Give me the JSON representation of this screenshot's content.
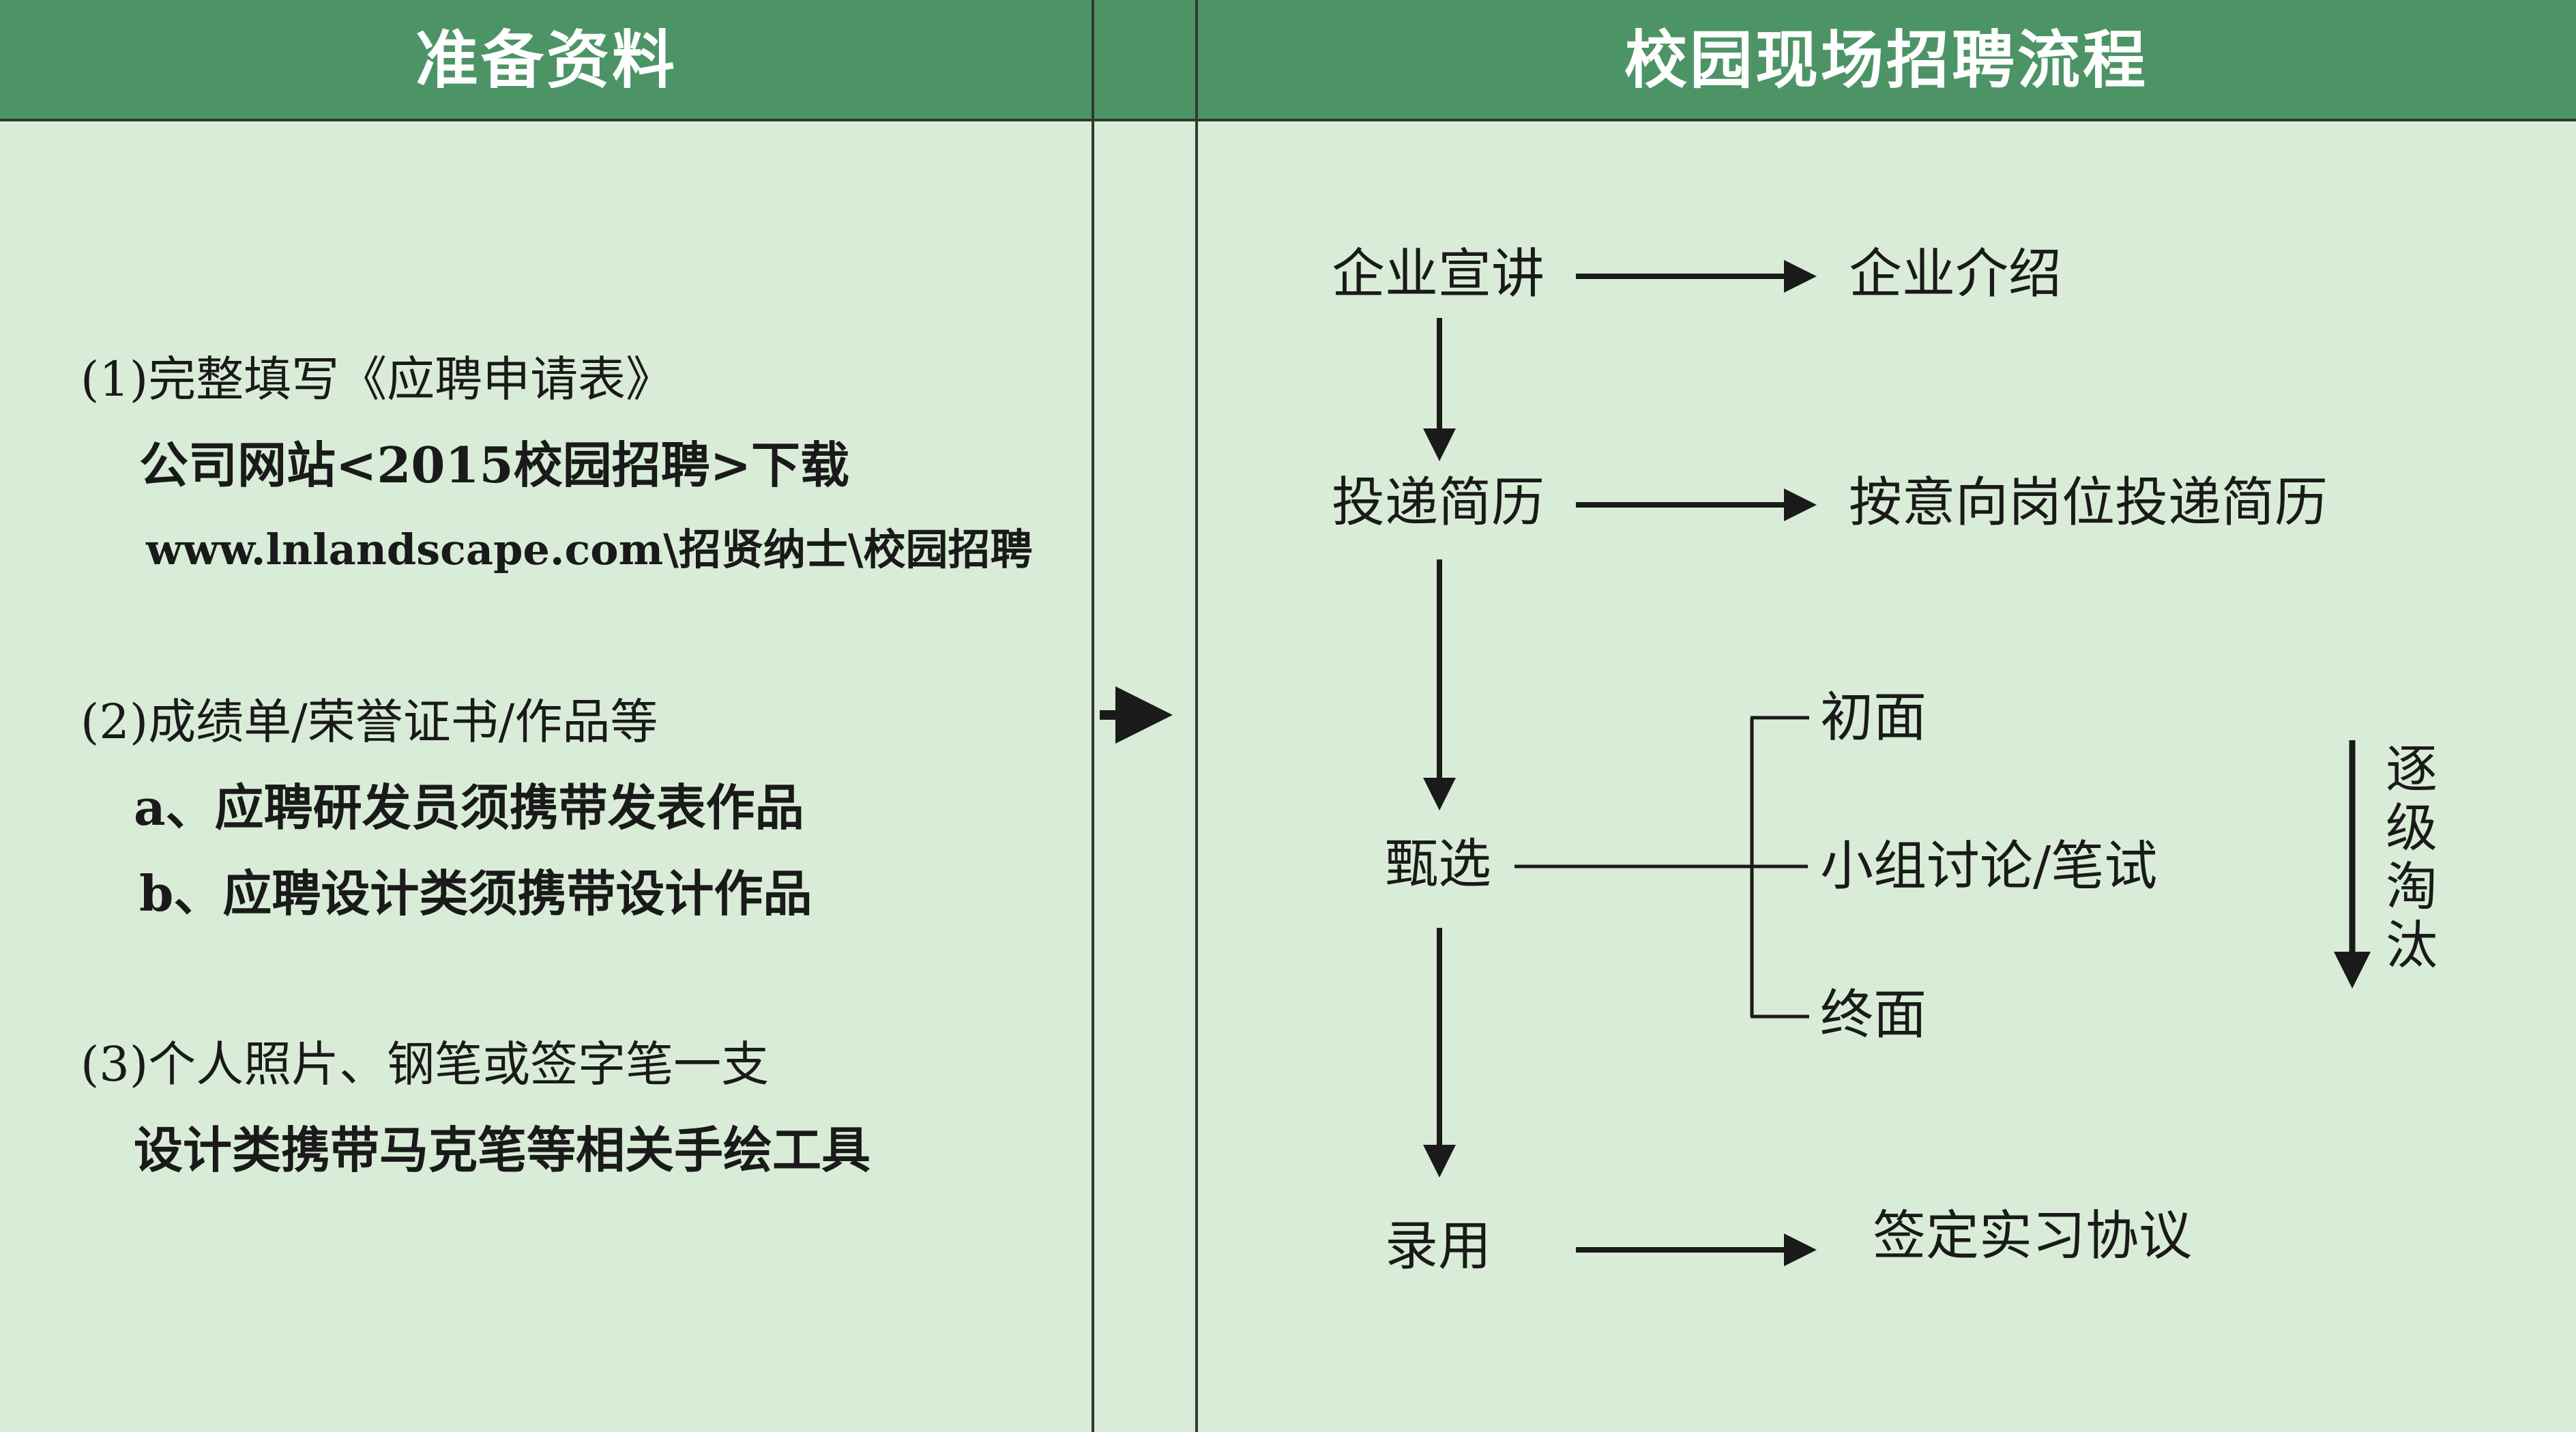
{
  "headers": {
    "left": "准备资料",
    "right": "校园现场招聘流程"
  },
  "left_panel": {
    "item1": {
      "title": "(1)完整填写《应聘申请表》",
      "line_a": "公司网站<2015校园招聘>下载",
      "line_b": "www.lnlandscape.com\\招贤纳士\\校园招聘"
    },
    "item2": {
      "title": "(2)成绩单/荣誉证书/作品等",
      "line_a": "a、应聘研发员须携带发表作品",
      "line_b": "b、应聘设计类须携带设计作品"
    },
    "item3": {
      "title": "(3)个人照片、钢笔或签字笔一支",
      "line_a": "设计类携带马克笔等相关手绘工具"
    }
  },
  "flow": {
    "step1": "企业宣讲",
    "step1_result": "企业介绍",
    "step2": "投递简历",
    "step2_result": "按意向岗位投递简历",
    "step3": "甄选",
    "step3_branches": [
      "初面",
      "小组讨论/笔试",
      "终面"
    ],
    "step3_note": [
      "逐",
      "级",
      "淘",
      "汰"
    ],
    "step4": "录用",
    "step4_result": "签定实习协议"
  }
}
